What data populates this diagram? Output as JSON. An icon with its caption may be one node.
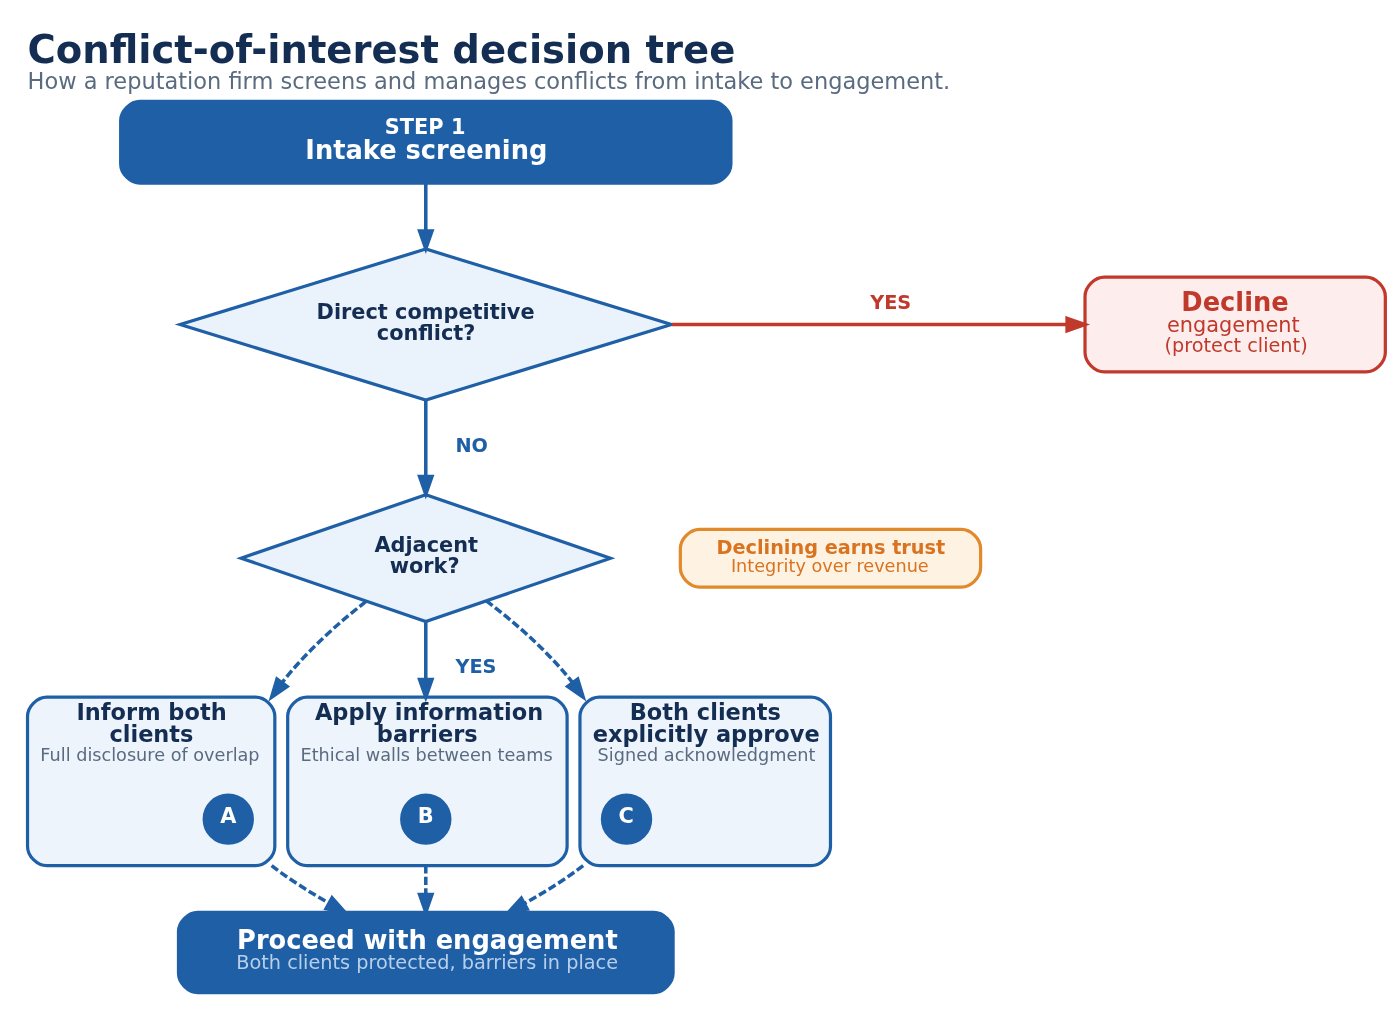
{
  "diagram": {
    "title": "Conflict-of-interest decision tree",
    "caption": "How a reputation firm screens and manages conflicts from intake to engagement.",
    "nodes": [
      {
        "text": [
          "STEP 1",
          "Intake screening"
        ]
      },
      {
        "text": [
          "Direct competitive conflict?"
        ]
      },
      {
        "text": [
          "Decline",
          "engagement",
          "(protect client)"
        ]
      },
      {
        "text": [
          "Declining earns trust",
          "Integrity over revenue"
        ]
      },
      {
        "text": [
          "Adjacent work?"
        ]
      },
      {
        "text": [
          "Inform both clients",
          "Full disclosure of overlap"
        ]
      },
      {
        "text": [
          "A"
        ],
        "in": 5
      },
      {
        "text": [
          "Apply information barriers",
          "Ethical walls between teams"
        ]
      },
      {
        "text": [
          "B"
        ],
        "in": 7
      },
      {
        "text": [
          "Both clients explicitly approve",
          "Signed acknowledgment"
        ]
      },
      {
        "text": [
          "C"
        ],
        "in": 9
      },
      {
        "text": [
          "Proceed with engagement",
          "Both clients protected, barriers in place"
        ]
      }
    ],
    "edges": [
      {
        "from": 0,
        "to": 1,
        "arrow": "to"
      },
      {
        "from": 1,
        "to": 2,
        "arrow": "to",
        "label": "YES",
        "color": "#c0392b"
      },
      {
        "from": 1,
        "to": 4,
        "arrow": "to",
        "label": "NO"
      },
      {
        "from": 4,
        "to": 5,
        "arrow": "to",
        "style": "dashed"
      },
      {
        "from": 4,
        "to": 7,
        "arrow": "to",
        "label": "YES"
      },
      {
        "from": 4,
        "to": 9,
        "arrow": "to",
        "style": "dashed"
      },
      {
        "from": 5,
        "to": 11,
        "arrow": "to",
        "style": "dashed"
      },
      {
        "from": 7,
        "to": 11,
        "arrow": "to",
        "style": "dashed"
      },
      {
        "from": 9,
        "to": 11,
        "arrow": "to",
        "style": "dashed"
      }
    ]
  }
}
